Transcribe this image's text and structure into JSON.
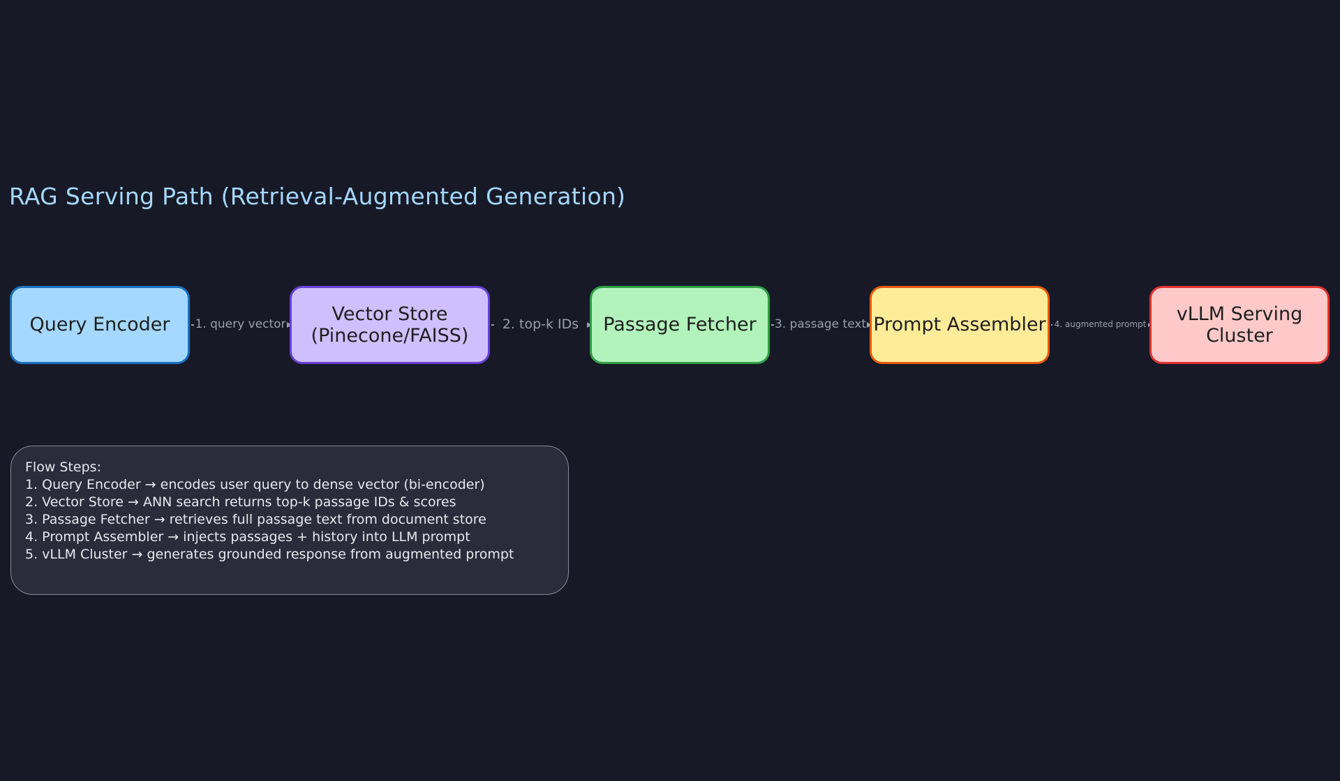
{
  "diagram": {
    "title": "RAG Serving Path (Retrieval-Augmented Generation)",
    "nodes": [
      {
        "id": "query-encoder",
        "label": "Query Encoder",
        "fill": "#a5d8ff",
        "stroke": "#1971c2"
      },
      {
        "id": "vector-store",
        "label": "Vector Store\n(Pinecone/FAISS)",
        "fill": "#d0bfff",
        "stroke": "#6741d9"
      },
      {
        "id": "passage-fetcher",
        "label": "Passage Fetcher",
        "fill": "#b2f2bb",
        "stroke": "#2f9e44"
      },
      {
        "id": "prompt-assembler",
        "label": "Prompt Assembler",
        "fill": "#ffec99",
        "stroke": "#e8590c"
      },
      {
        "id": "vllm-cluster",
        "label": "vLLM Serving\nCluster",
        "fill": "#ffc9c9",
        "stroke": "#e03131"
      }
    ],
    "edges": [
      {
        "from": "query-encoder",
        "to": "vector-store",
        "label": "1. query vector"
      },
      {
        "from": "vector-store",
        "to": "passage-fetcher",
        "label": "2. top-k IDs"
      },
      {
        "from": "passage-fetcher",
        "to": "prompt-assembler",
        "label": "3. passage text"
      },
      {
        "from": "prompt-assembler",
        "to": "vllm-cluster",
        "label": "4. augmented prompt"
      }
    ],
    "notes": {
      "heading": "Flow Steps:",
      "lines": [
        "1. Query Encoder → encodes user query to dense vector (bi-encoder)",
        "2. Vector Store → ANN search returns top-k passage IDs & scores",
        "3. Passage Fetcher → retrieves full passage text from document store",
        "4. Prompt Assembler → injects passages + history into LLM prompt",
        "5. vLLM Cluster → generates grounded response from augmented prompt"
      ]
    },
    "colors": {
      "background": "#171a26",
      "title": "#a5d8ff",
      "edge": "#9aa0ad",
      "notes_fill": "#2b2c3b"
    }
  }
}
